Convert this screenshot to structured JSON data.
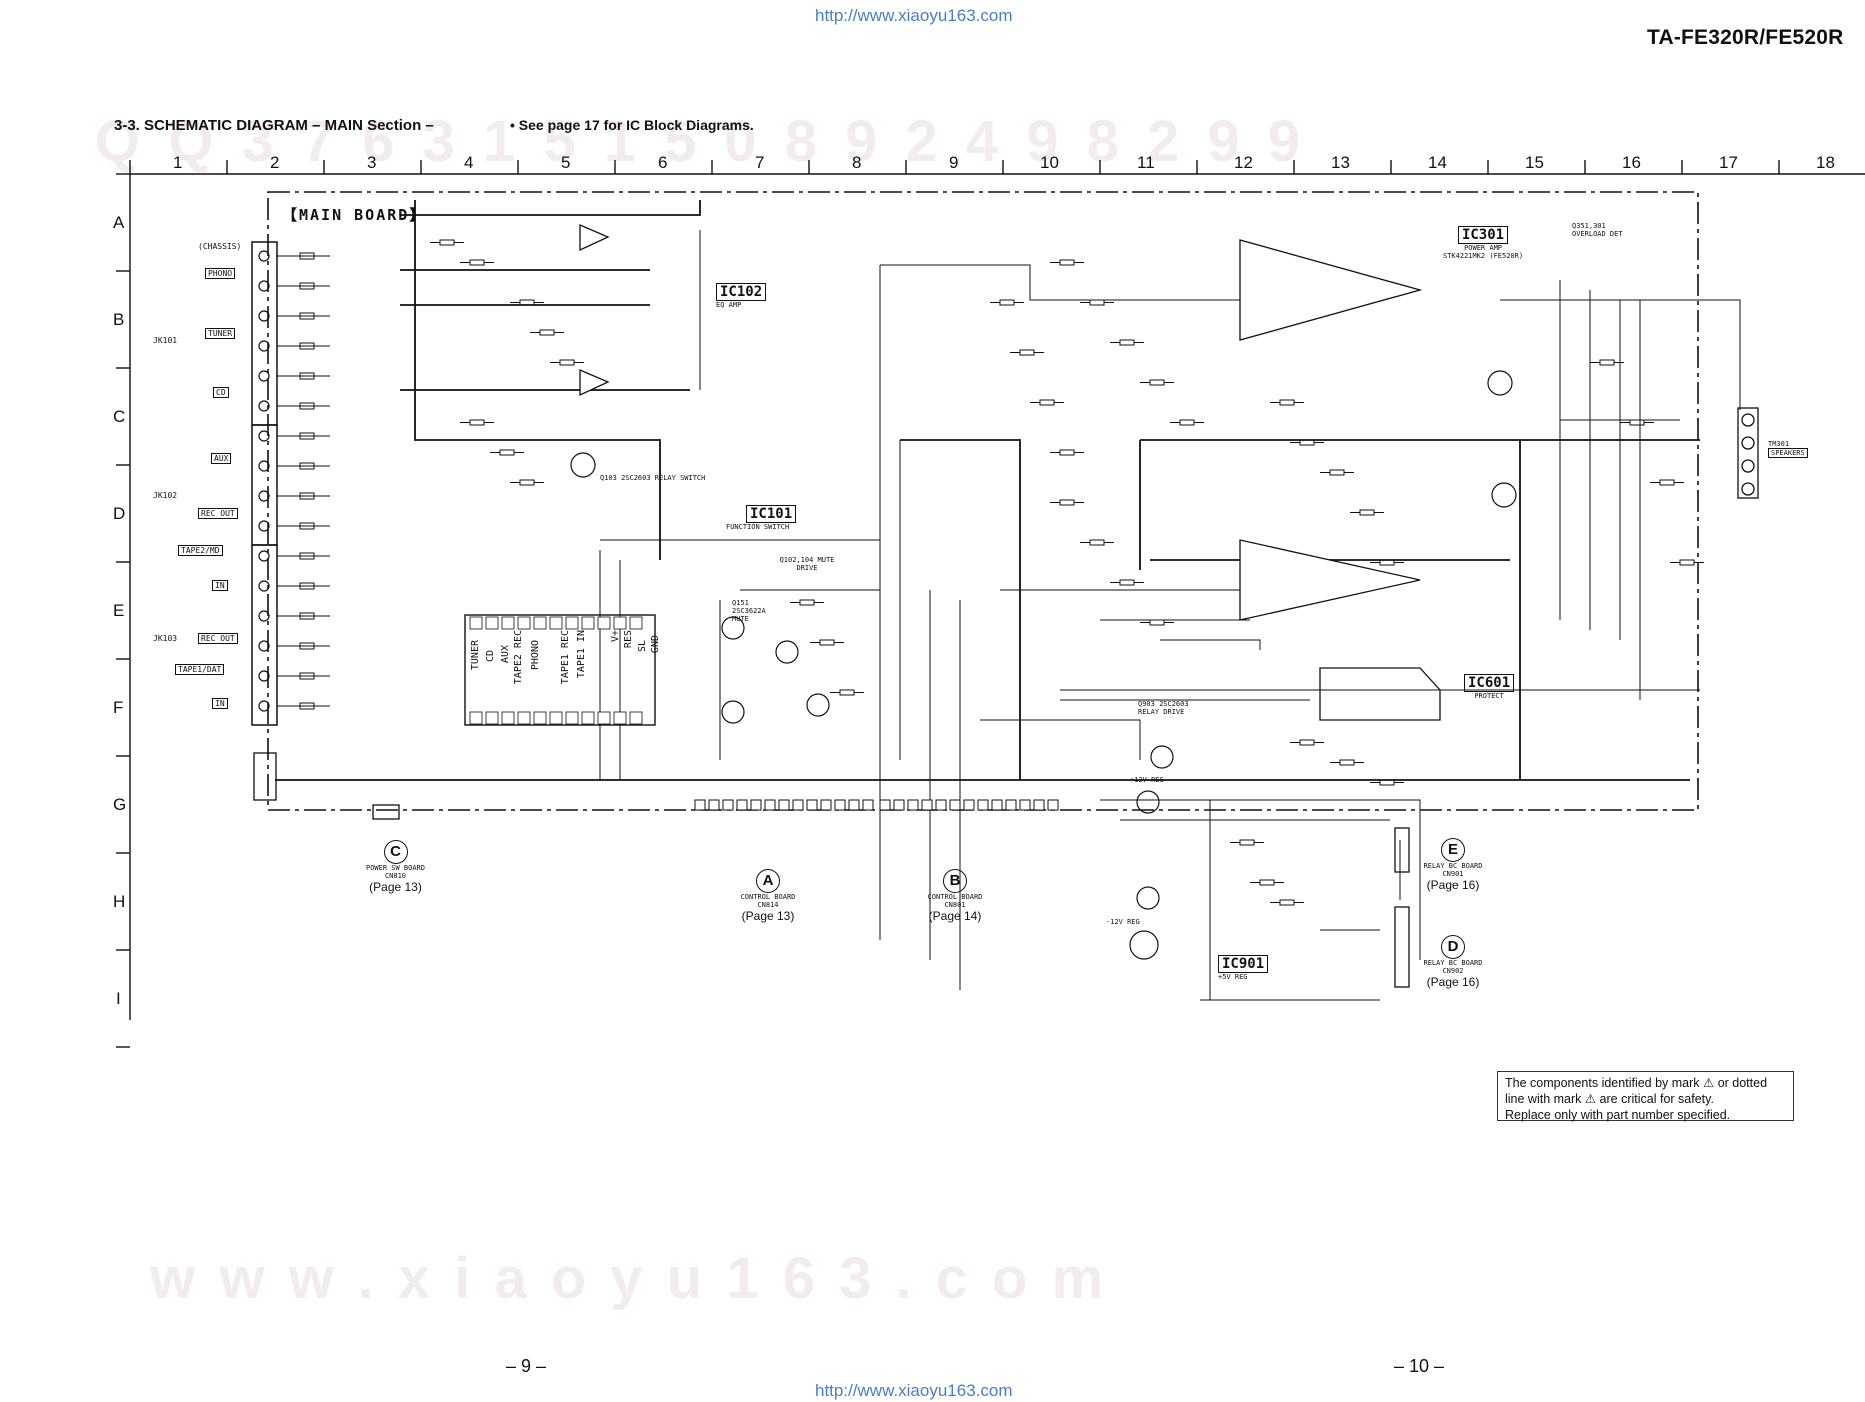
{
  "header": {
    "url_top": "http://www.xiaoyu163.com",
    "model": "TA-FE320R/FE520R",
    "section_title": "3-3.   SCHEMATIC  DIAGRAM  – MAIN Section –",
    "section_note": "• See page 17 for IC Block Diagrams."
  },
  "grid": {
    "columns": [
      "1",
      "2",
      "3",
      "4",
      "5",
      "6",
      "7",
      "8",
      "9",
      "10",
      "11",
      "12",
      "13",
      "14",
      "15",
      "16",
      "17",
      "18"
    ],
    "rows": [
      "A",
      "B",
      "C",
      "D",
      "E",
      "F",
      "G",
      "H",
      "I"
    ]
  },
  "board": {
    "name": "【MAIN BOARD】",
    "chassis": "(CHASSIS)"
  },
  "ic_labels": [
    {
      "id": "ic102",
      "name": "IC102",
      "desc": "EQ AMP"
    },
    {
      "id": "ic101",
      "name": "IC101",
      "desc": "FUNCTION SWITCH"
    },
    {
      "id": "ic301",
      "name": "IC301",
      "desc": "POWER AMP"
    },
    {
      "id": "ic601",
      "name": "IC601",
      "desc": "PROTECT"
    },
    {
      "id": "ic901",
      "name": "IC901",
      "desc": "+5V REG"
    }
  ],
  "inputs": {
    "jk101": "JK101",
    "jk102": "JK102",
    "jk103": "JK103",
    "labels": [
      "PHONO",
      "TUNER",
      "CD",
      "AUX",
      "REC OUT",
      "TAPE2/MD",
      "IN",
      "REC OUT",
      "TAPE1/DAT",
      "IN"
    ]
  },
  "ic101_pins": [
    "TUNER",
    "CD",
    "AUX",
    "TAPE2 REC",
    "PHONO",
    "TAPE1 REC",
    "TAPE1 IN",
    "V+",
    "RES",
    "SL",
    "GND"
  ],
  "transistor_labels": {
    "relay_switch": "Q103 2SC2603 RELAY SWITCH",
    "mute_drive": "Q102,104 MUTE DRIVE",
    "mute": "Q151 2SC3622A MUTE",
    "overload_det": "Q351,301 OVERLOAD DET",
    "relay_drive": "Q903 2SC2603 RELAY DRIVE",
    "reg_12v": "+12V REG",
    "reg_neg12v": "-12V REG",
    "ic301_part": "STK4221MK2 (FE520R)"
  },
  "connectors": [
    {
      "letter": "C",
      "title": "POWER SW BOARD",
      "cn": "CN810",
      "page": "(Page 13)"
    },
    {
      "letter": "A",
      "title": "CONTROL BOARD",
      "cn": "CN814",
      "page": "(Page 13)"
    },
    {
      "letter": "B",
      "title": "CONTROL BOARD",
      "cn": "CN801",
      "page": "(Page 14)"
    },
    {
      "letter": "E",
      "title": "RELAY BC BOARD",
      "cn": "CN901",
      "page": "(Page 16)"
    },
    {
      "letter": "D",
      "title": "RELAY BC BOARD",
      "cn": "CN902",
      "page": "(Page 16)"
    }
  ],
  "speakers": {
    "name": "TM301",
    "label": "SPEAKERS"
  },
  "note": {
    "line1": "The components identified by mark ⚠ or dotted",
    "line2": "line with mark ⚠ are critical for safety.",
    "line3": "Replace only with part number specified."
  },
  "footer": {
    "page_left": "– 9 –",
    "page_right": "– 10 –",
    "url_bottom": "http://www.xiaoyu163.com"
  },
  "watermark": {
    "bottom": "w w w . x i a o y u 1 6 3 . c o m",
    "top": "Q Q 3 7 6 3 1 5 1 5 0     8 9 2 4 9 8 2 9 9"
  },
  "colors": {
    "line": "#111111",
    "link": "#4a7fc0",
    "watermark": "#f3ecec"
  }
}
